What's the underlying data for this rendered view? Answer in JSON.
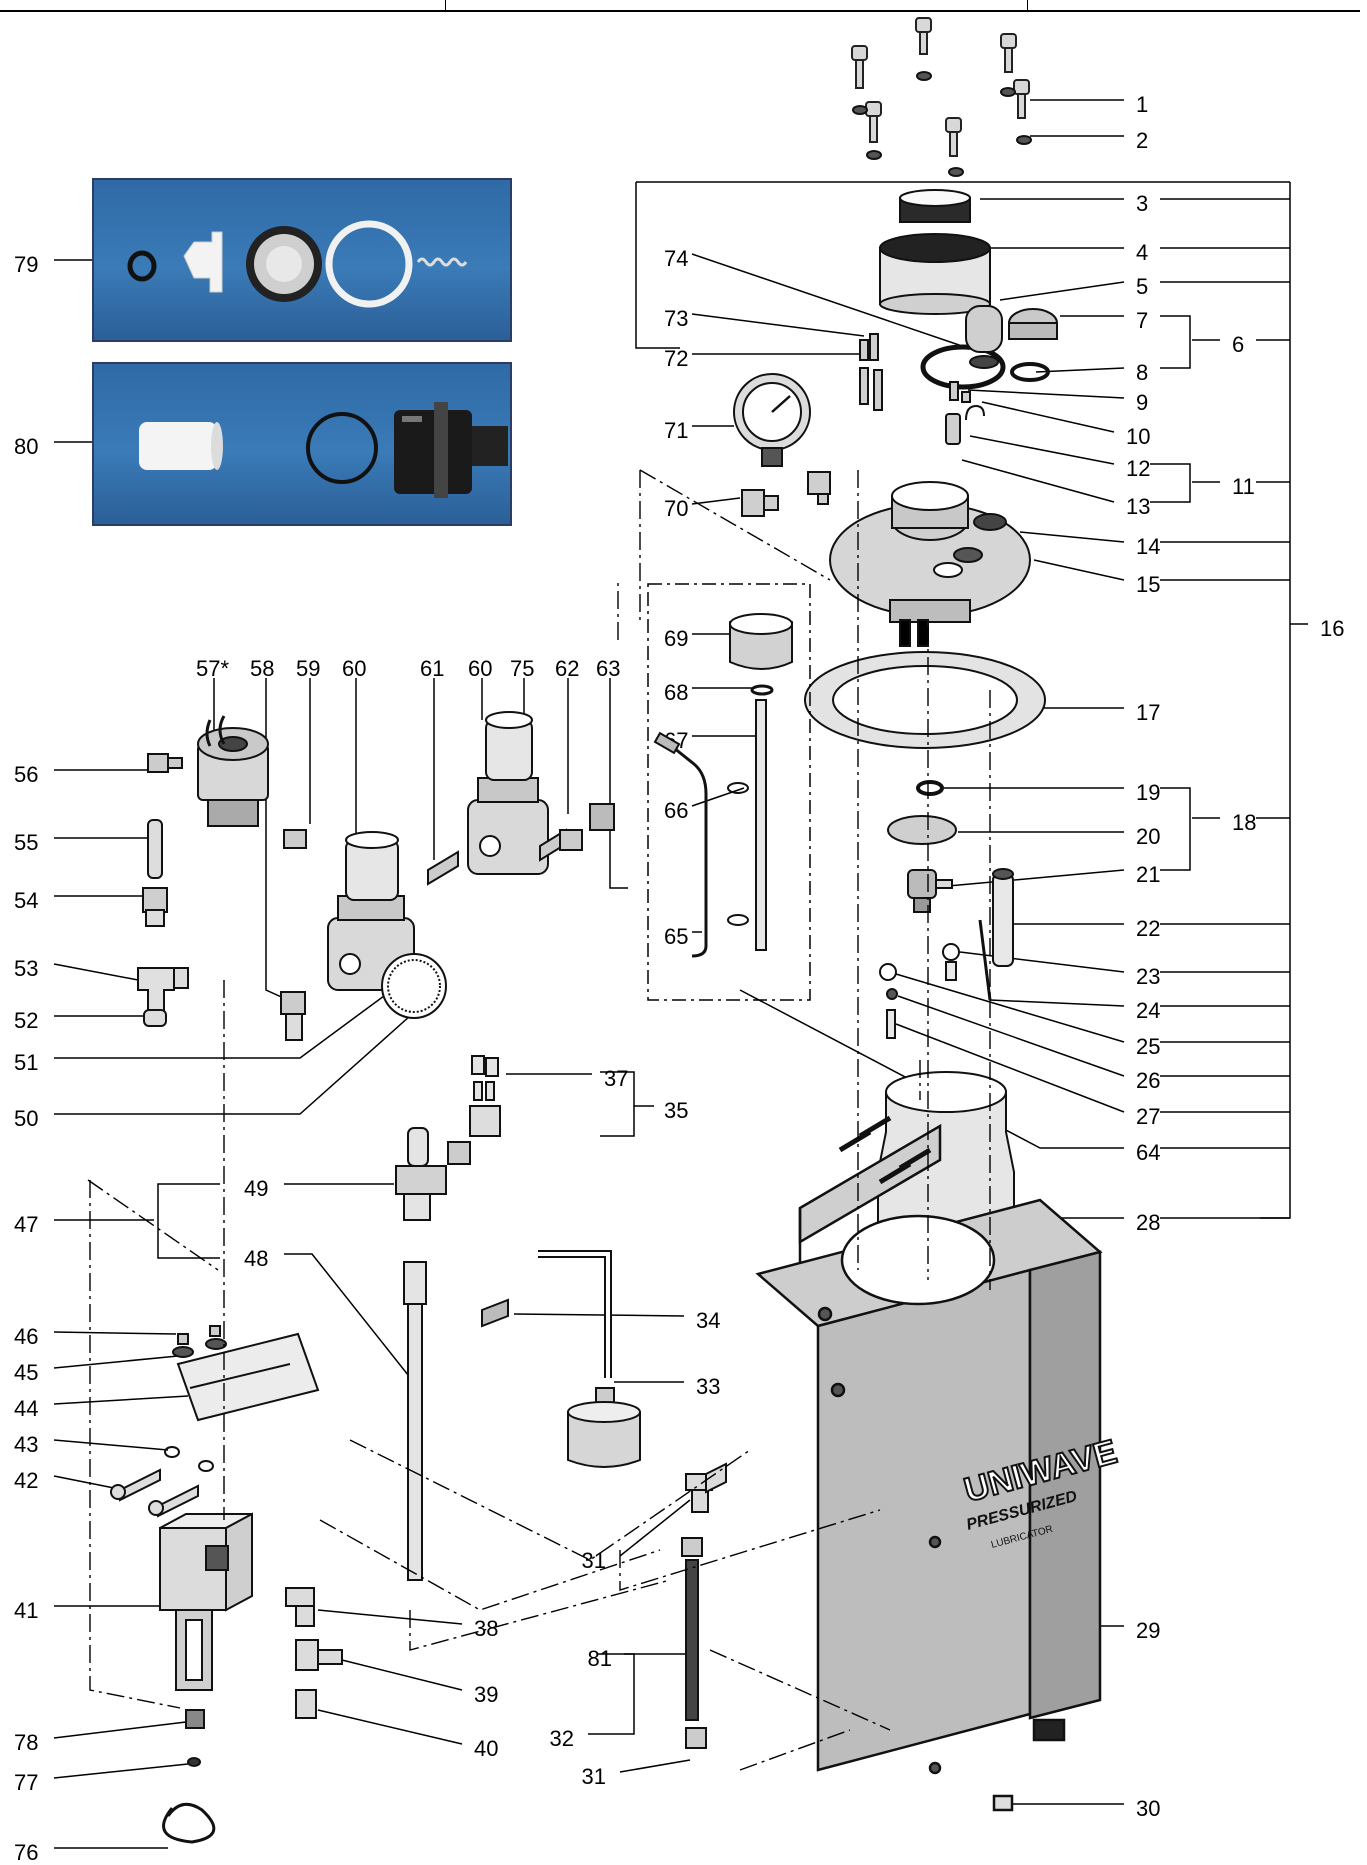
{
  "diagram": {
    "labels": [
      {
        "id": "1",
        "text": "1"
      },
      {
        "id": "2",
        "text": "2"
      },
      {
        "id": "3",
        "text": "3"
      },
      {
        "id": "4",
        "text": "4"
      },
      {
        "id": "5",
        "text": "5"
      },
      {
        "id": "6",
        "text": "6"
      },
      {
        "id": "7",
        "text": "7"
      },
      {
        "id": "8",
        "text": "8"
      },
      {
        "id": "9",
        "text": "9"
      },
      {
        "id": "10",
        "text": "10"
      },
      {
        "id": "11",
        "text": "11"
      },
      {
        "id": "12",
        "text": "12"
      },
      {
        "id": "13",
        "text": "13"
      },
      {
        "id": "14",
        "text": "14"
      },
      {
        "id": "15",
        "text": "15"
      },
      {
        "id": "16",
        "text": "16"
      },
      {
        "id": "17",
        "text": "17"
      },
      {
        "id": "18",
        "text": "18"
      },
      {
        "id": "19",
        "text": "19"
      },
      {
        "id": "20",
        "text": "20"
      },
      {
        "id": "21",
        "text": "21"
      },
      {
        "id": "22",
        "text": "22"
      },
      {
        "id": "23",
        "text": "23"
      },
      {
        "id": "24",
        "text": "24"
      },
      {
        "id": "25",
        "text": "25"
      },
      {
        "id": "26",
        "text": "26"
      },
      {
        "id": "27",
        "text": "27"
      },
      {
        "id": "28",
        "text": "28"
      },
      {
        "id": "29",
        "text": "29"
      },
      {
        "id": "30",
        "text": "30"
      },
      {
        "id": "31a",
        "text": "31"
      },
      {
        "id": "31b",
        "text": "31"
      },
      {
        "id": "32",
        "text": "32"
      },
      {
        "id": "33",
        "text": "33"
      },
      {
        "id": "34",
        "text": "34"
      },
      {
        "id": "35",
        "text": "35"
      },
      {
        "id": "37",
        "text": "37"
      },
      {
        "id": "38",
        "text": "38"
      },
      {
        "id": "39",
        "text": "39"
      },
      {
        "id": "40",
        "text": "40"
      },
      {
        "id": "41",
        "text": "41"
      },
      {
        "id": "42",
        "text": "42"
      },
      {
        "id": "43",
        "text": "43"
      },
      {
        "id": "44",
        "text": "44"
      },
      {
        "id": "45",
        "text": "45"
      },
      {
        "id": "46",
        "text": "46"
      },
      {
        "id": "47",
        "text": "47"
      },
      {
        "id": "48",
        "text": "48"
      },
      {
        "id": "49",
        "text": "49"
      },
      {
        "id": "50",
        "text": "50"
      },
      {
        "id": "51",
        "text": "51"
      },
      {
        "id": "52",
        "text": "52"
      },
      {
        "id": "53",
        "text": "53"
      },
      {
        "id": "54",
        "text": "54"
      },
      {
        "id": "55",
        "text": "55"
      },
      {
        "id": "56",
        "text": "56"
      },
      {
        "id": "57",
        "text": "57*"
      },
      {
        "id": "58",
        "text": "58"
      },
      {
        "id": "59",
        "text": "59"
      },
      {
        "id": "60a",
        "text": "60"
      },
      {
        "id": "60b",
        "text": "60"
      },
      {
        "id": "61",
        "text": "61"
      },
      {
        "id": "62",
        "text": "62"
      },
      {
        "id": "63",
        "text": "63"
      },
      {
        "id": "64",
        "text": "64"
      },
      {
        "id": "65",
        "text": "65"
      },
      {
        "id": "66",
        "text": "66"
      },
      {
        "id": "67",
        "text": "67"
      },
      {
        "id": "68",
        "text": "68"
      },
      {
        "id": "69",
        "text": "69"
      },
      {
        "id": "70",
        "text": "70"
      },
      {
        "id": "71",
        "text": "71"
      },
      {
        "id": "72",
        "text": "72"
      },
      {
        "id": "73",
        "text": "73"
      },
      {
        "id": "74",
        "text": "74"
      },
      {
        "id": "75",
        "text": "75"
      },
      {
        "id": "76",
        "text": "76"
      },
      {
        "id": "77",
        "text": "77"
      },
      {
        "id": "78",
        "text": "78"
      },
      {
        "id": "79",
        "text": "79"
      },
      {
        "id": "80",
        "text": "80"
      },
      {
        "id": "81",
        "text": "81"
      }
    ],
    "tank_brand": "UNIWAVE",
    "tank_subbrand": "PRESSURIZED",
    "tank_caption": "LUBRICATOR",
    "colors": {
      "line": "#000000",
      "photo_bg": "#3577b5",
      "metal": "#bdbdbd"
    }
  }
}
